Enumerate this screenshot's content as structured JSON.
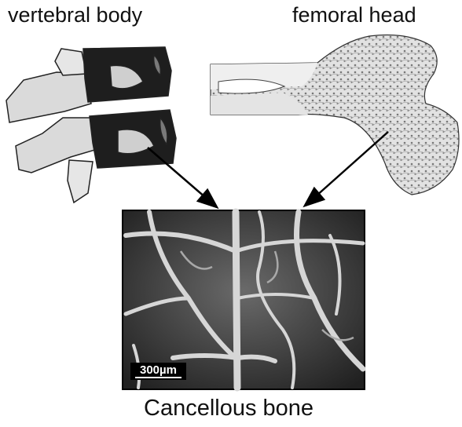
{
  "labels": {
    "vertebral": "vertebral body",
    "femoral": "femoral head",
    "cancellous": "Cancellous bone",
    "scale": "300µm"
  }
}
